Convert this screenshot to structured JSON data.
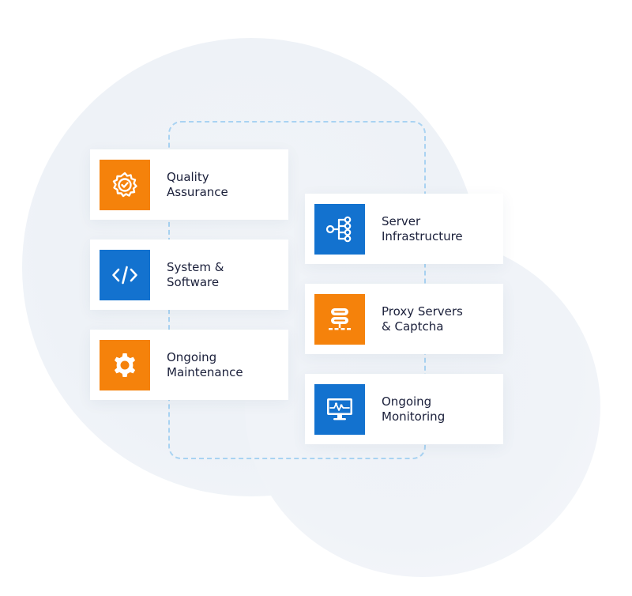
{
  "cards": [
    {
      "label": "Quality\nAssurance",
      "icon": "gear-check-icon",
      "color": "orange"
    },
    {
      "label": "System &\nSoftware",
      "icon": "code-icon",
      "color": "blue"
    },
    {
      "label": "Ongoing\nMaintenance",
      "icon": "gear-icon",
      "color": "orange"
    },
    {
      "label": "Server\nInfrastructure",
      "icon": "network-tree-icon",
      "color": "blue"
    },
    {
      "label": "Proxy Servers\n& Captcha",
      "icon": "server-icon",
      "color": "orange"
    },
    {
      "label": "Ongoing\nMonitoring",
      "icon": "monitor-icon",
      "color": "blue"
    }
  ],
  "colors": {
    "orange": "#f5820b",
    "blue": "#1372cf",
    "text": "#1a1f3a",
    "dash": "#a9d3f2"
  }
}
